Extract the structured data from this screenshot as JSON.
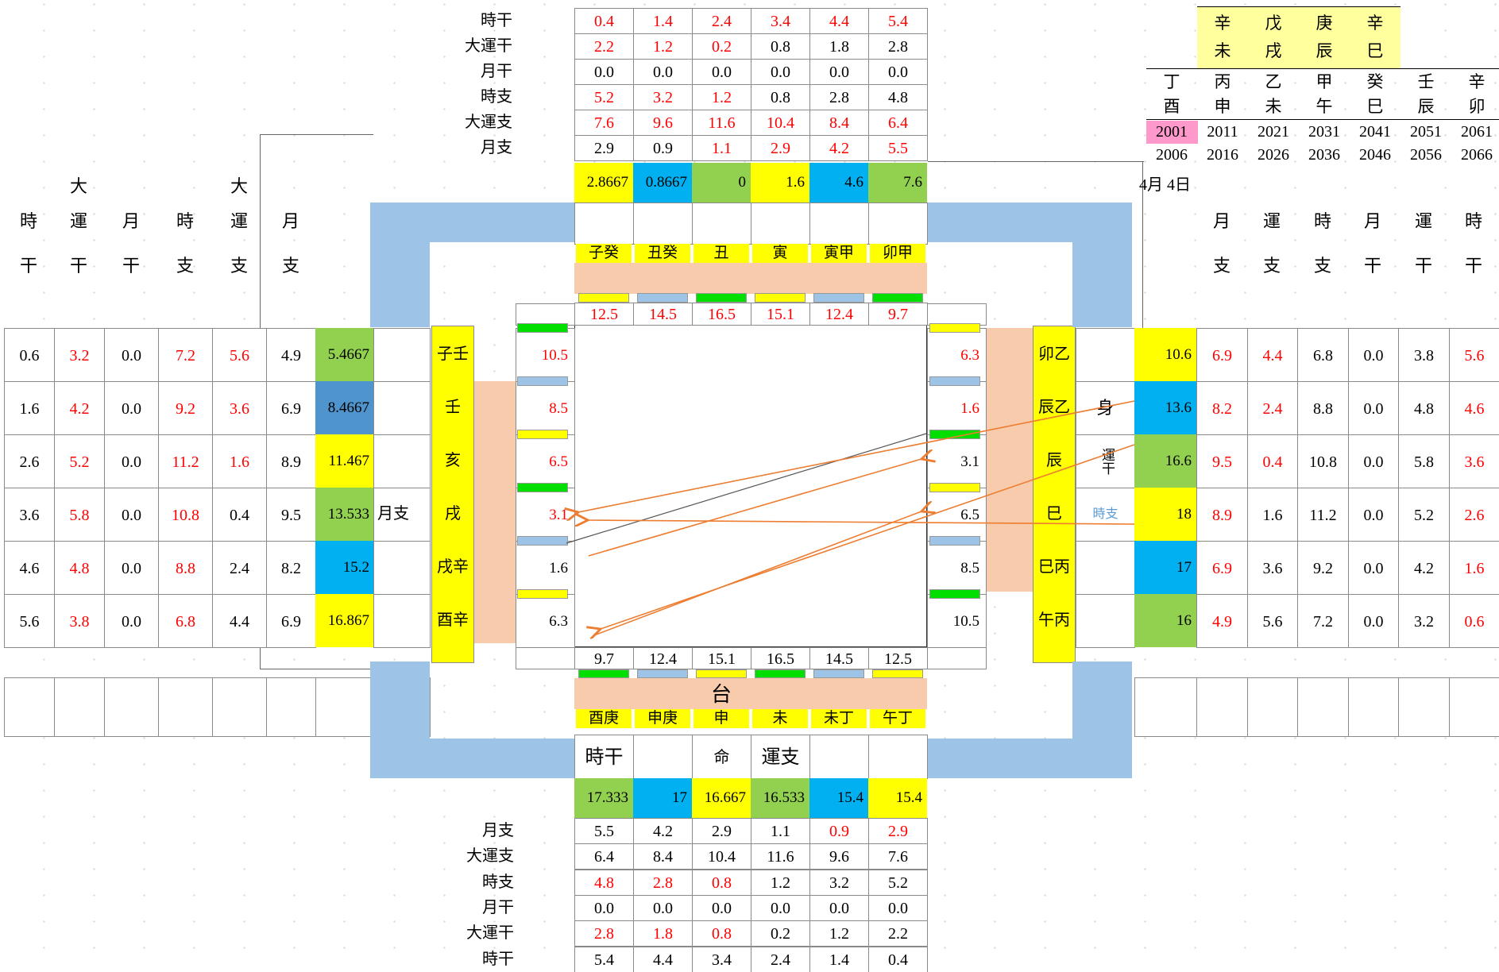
{
  "colors": {
    "red": "#FF0000",
    "yellow": "#FFFF00",
    "pale_yellow": "#FFFF9E",
    "cyan": "#00B0F0",
    "steel_blue": "#4F94CD",
    "cell_green": "#92D050",
    "chip_green": "#00DF00",
    "light_blue": "#9DC3E6",
    "peach": "#F8CBAD",
    "pink": "#FF99CC",
    "orange_arrow": "#ED7D31",
    "blue_label": "#5B9BD5"
  },
  "date_label": "4月 4日",
  "top_left_header": {
    "top": [
      "",
      "大",
      "",
      "",
      "大",
      ""
    ],
    "mid": [
      "時",
      "運",
      "月",
      "時",
      "運",
      "月"
    ],
    "bot": [
      "干",
      "干",
      "干",
      "支",
      "支",
      "支"
    ]
  },
  "top_right_header": {
    "mid": [
      "月",
      "運",
      "時",
      "月",
      "運",
      "時"
    ],
    "bot": [
      "支",
      "支",
      "支",
      "干",
      "干",
      "干"
    ]
  },
  "top_table": {
    "labels": [
      "時干",
      "大運干",
      "月干",
      "時支",
      "大運支",
      "月支"
    ],
    "rows": [
      {
        "v": [
          "0.4",
          "1.4",
          "2.4",
          "3.4",
          "4.4",
          "5.4"
        ],
        "red": [
          1,
          1,
          1,
          1,
          1,
          1
        ]
      },
      {
        "v": [
          "2.2",
          "1.2",
          "0.2",
          "0.8",
          "1.8",
          "2.8"
        ],
        "red": [
          1,
          1,
          1,
          0,
          0,
          0
        ]
      },
      {
        "v": [
          "0.0",
          "0.0",
          "0.0",
          "0.0",
          "0.0",
          "0.0"
        ],
        "red": [
          0,
          0,
          0,
          0,
          0,
          0
        ]
      },
      {
        "v": [
          "5.2",
          "3.2",
          "1.2",
          "0.8",
          "2.8",
          "4.8"
        ],
        "red": [
          1,
          1,
          1,
          0,
          0,
          0
        ]
      },
      {
        "v": [
          "7.6",
          "9.6",
          "11.6",
          "10.4",
          "8.4",
          "6.4"
        ],
        "red": [
          1,
          1,
          1,
          1,
          1,
          1
        ]
      },
      {
        "v": [
          "2.9",
          "0.9",
          "1.1",
          "2.9",
          "4.2",
          "5.5"
        ],
        "red": [
          0,
          0,
          1,
          1,
          1,
          1
        ]
      }
    ]
  },
  "top_colored_row": {
    "v": [
      "2.8667",
      "0.8667",
      "0",
      "1.6",
      "4.6",
      "7.6"
    ],
    "bg": [
      "yellow",
      "cyan",
      "cell_green",
      "yellow",
      "cyan",
      "cell_green"
    ]
  },
  "top_branch_row": [
    "子癸",
    "丑癸",
    "丑",
    "寅",
    "寅甲",
    "卯甲"
  ],
  "inner_top_row": [
    "12.5",
    "14.5",
    "16.5",
    "15.1",
    "12.4",
    "9.7"
  ],
  "chip_seq_top": [
    "yellow",
    "light_blue",
    "chip_green",
    "yellow",
    "light_blue",
    "chip_green"
  ],
  "left_inner_col": {
    "v": [
      "10.5",
      "8.5",
      "6.5",
      "3.1",
      "1.6",
      "6.3"
    ],
    "red": [
      1,
      1,
      1,
      1,
      0,
      0
    ],
    "chips": [
      "chip_green",
      "light_blue",
      "yellow",
      "chip_green",
      "light_blue",
      "yellow"
    ]
  },
  "right_inner_col": {
    "v": [
      "6.3",
      "1.6",
      "3.1",
      "6.5",
      "8.5",
      "10.5"
    ],
    "red": [
      1,
      1,
      0,
      0,
      0,
      0
    ],
    "chips": [
      "yellow",
      "light_blue",
      "chip_green",
      "yellow",
      "light_blue",
      "chip_green"
    ]
  },
  "left_strip": [
    "子壬",
    "壬",
    "亥",
    "戌",
    "戌辛",
    "酉辛"
  ],
  "right_strip": [
    "卯乙",
    "辰乙",
    "辰",
    "巳",
    "巳丙",
    "午丙"
  ],
  "left_table": {
    "note_label": "月支",
    "rows": [
      {
        "v": [
          "0.6",
          "3.2",
          "0.0",
          "7.2",
          "5.6",
          "4.9"
        ],
        "red": [
          0,
          1,
          0,
          1,
          1,
          0
        ],
        "sum": "5.4667",
        "sum_bg": "cell_green"
      },
      {
        "v": [
          "1.6",
          "4.2",
          "0.0",
          "9.2",
          "3.6",
          "6.9"
        ],
        "red": [
          0,
          1,
          0,
          1,
          1,
          0
        ],
        "sum": "8.4667",
        "sum_bg": "steel_blue"
      },
      {
        "v": [
          "2.6",
          "5.2",
          "0.0",
          "11.2",
          "1.6",
          "8.9"
        ],
        "red": [
          0,
          1,
          0,
          1,
          1,
          0
        ],
        "sum": "11.467",
        "sum_bg": "yellow"
      },
      {
        "v": [
          "3.6",
          "5.8",
          "0.0",
          "10.8",
          "0.4",
          "9.5"
        ],
        "red": [
          0,
          1,
          0,
          1,
          0,
          0
        ],
        "sum": "13.533",
        "sum_bg": "cell_green"
      },
      {
        "v": [
          "4.6",
          "4.8",
          "0.0",
          "8.8",
          "2.4",
          "8.2"
        ],
        "red": [
          0,
          1,
          0,
          1,
          0,
          0
        ],
        "sum": "15.2",
        "sum_bg": "cyan"
      },
      {
        "v": [
          "5.6",
          "3.8",
          "0.0",
          "6.8",
          "4.4",
          "6.9"
        ],
        "red": [
          0,
          1,
          0,
          1,
          0,
          0
        ],
        "sum": "16.867",
        "sum_bg": "yellow"
      }
    ]
  },
  "right_table": {
    "labels": [
      "",
      "身",
      "運干",
      "時支",
      "",
      ""
    ],
    "sums": [
      {
        "v": "10.6",
        "bg": "yellow"
      },
      {
        "v": "13.6",
        "bg": "cyan"
      },
      {
        "v": "16.6",
        "bg": "cell_green"
      },
      {
        "v": "18",
        "bg": "yellow"
      },
      {
        "v": "17",
        "bg": "cyan"
      },
      {
        "v": "16",
        "bg": "cell_green"
      }
    ],
    "rows": [
      {
        "v": [
          "6.9",
          "4.4",
          "6.8",
          "0.0",
          "3.8",
          "5.6"
        ],
        "red": [
          1,
          1,
          0,
          0,
          0,
          1
        ]
      },
      {
        "v": [
          "8.2",
          "2.4",
          "8.8",
          "0.0",
          "4.8",
          "4.6"
        ],
        "red": [
          1,
          1,
          0,
          0,
          0,
          1
        ]
      },
      {
        "v": [
          "9.5",
          "0.4",
          "10.8",
          "0.0",
          "5.8",
          "3.6"
        ],
        "red": [
          1,
          1,
          0,
          0,
          0,
          1
        ]
      },
      {
        "v": [
          "8.9",
          "1.6",
          "11.2",
          "0.0",
          "5.2",
          "2.6"
        ],
        "red": [
          1,
          0,
          0,
          0,
          0,
          1
        ]
      },
      {
        "v": [
          "6.9",
          "3.6",
          "9.2",
          "0.0",
          "4.2",
          "1.6"
        ],
        "red": [
          1,
          0,
          0,
          0,
          0,
          1
        ]
      },
      {
        "v": [
          "4.9",
          "5.6",
          "7.2",
          "0.0",
          "3.2",
          "0.6"
        ],
        "red": [
          1,
          0,
          0,
          0,
          0,
          1
        ]
      }
    ]
  },
  "inner_bottom_row": [
    "9.7",
    "12.4",
    "15.1",
    "16.5",
    "14.5",
    "12.5"
  ],
  "chip_seq_bottom": [
    "chip_green",
    "light_blue",
    "yellow",
    "chip_green",
    "light_blue",
    "yellow"
  ],
  "bottom_branch_row": [
    "酉庚",
    "申庚",
    "申",
    "未",
    "未丁",
    "午丁"
  ],
  "tai_label": "台",
  "bottom_label_row": [
    "時干",
    "",
    "命",
    "運支",
    "",
    ""
  ],
  "bottom_colored_row": {
    "v": [
      "17.333",
      "17",
      "16.667",
      "16.533",
      "15.4",
      "15.4"
    ],
    "bg": [
      "cell_green",
      "cyan",
      "yellow",
      "cell_green",
      "cyan",
      "yellow"
    ]
  },
  "bottom_table": {
    "labels": [
      "月支",
      "大運支",
      "時支",
      "月干",
      "大運干",
      "時干"
    ],
    "rows": [
      {
        "v": [
          "5.5",
          "4.2",
          "2.9",
          "1.1",
          "0.9",
          "2.9"
        ],
        "red": [
          0,
          0,
          0,
          0,
          1,
          1
        ]
      },
      {
        "v": [
          "6.4",
          "8.4",
          "10.4",
          "11.6",
          "9.6",
          "7.6"
        ],
        "red": [
          0,
          0,
          0,
          0,
          0,
          0
        ]
      },
      {
        "v": [
          "4.8",
          "2.8",
          "0.8",
          "1.2",
          "3.2",
          "5.2"
        ],
        "red": [
          1,
          1,
          1,
          0,
          0,
          0
        ]
      },
      {
        "v": [
          "0.0",
          "0.0",
          "0.0",
          "0.0",
          "0.0",
          "0.0"
        ],
        "red": [
          0,
          0,
          0,
          0,
          0,
          0
        ]
      },
      {
        "v": [
          "2.8",
          "1.8",
          "0.8",
          "0.2",
          "1.2",
          "2.2"
        ],
        "red": [
          1,
          1,
          1,
          0,
          0,
          0
        ]
      },
      {
        "v": [
          "5.4",
          "4.4",
          "3.4",
          "2.4",
          "1.4",
          "0.4"
        ],
        "red": [
          0,
          0,
          0,
          0,
          0,
          0
        ]
      }
    ]
  },
  "year_table": {
    "lucky_stems": [
      "辛",
      "戊",
      "庚",
      "辛"
    ],
    "lucky_branches": [
      "未",
      "戌",
      "辰",
      "巳"
    ],
    "stems": [
      "丁",
      "丙",
      "乙",
      "甲",
      "癸",
      "壬",
      "辛"
    ],
    "branches": [
      "酉",
      "申",
      "未",
      "午",
      "巳",
      "辰",
      "卯"
    ],
    "years1": [
      "2001",
      "2011",
      "2021",
      "2031",
      "2041",
      "2051",
      "2061"
    ],
    "years2": [
      "2006",
      "2016",
      "2026",
      "2036",
      "2046",
      "2056",
      "2066"
    ],
    "highlight_year": "2001"
  }
}
